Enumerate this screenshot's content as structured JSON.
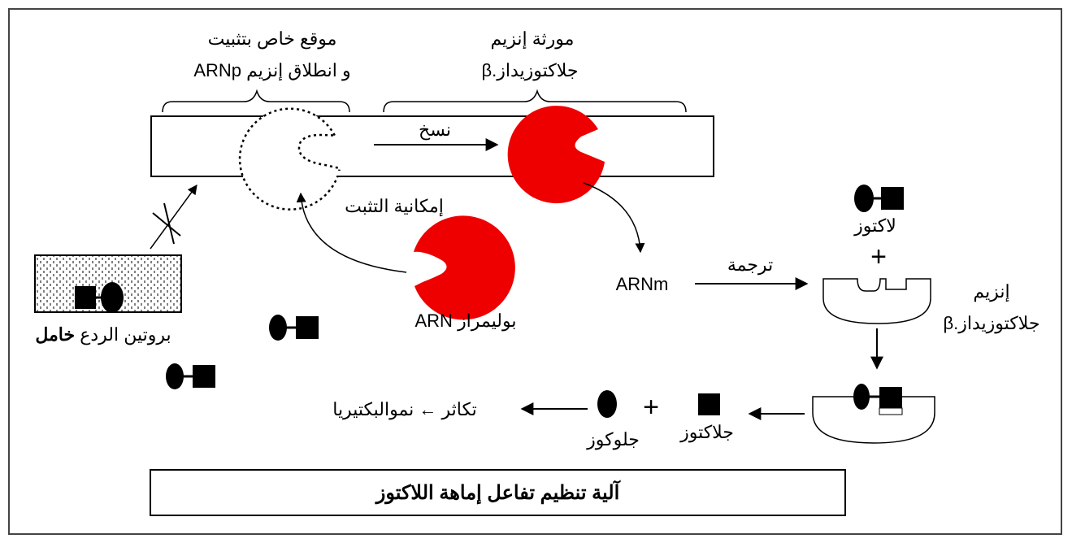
{
  "labels": {
    "binding_site_line1": "موقع خاص بتثبيت",
    "binding_site_line2": "و انطلاق إنزيم ARNp",
    "gene_line1": "مورثة إنزيم",
    "gene_line2": "β.جلاكتوزيداز",
    "transcription": "نسخ",
    "binding_possibility": "إمكانية التثبت",
    "rna_polymerase": "ARN بوليمراز",
    "repressor_prefix": "بروتين الردع",
    "repressor_state": "خامل",
    "lactose": "لاكتوز",
    "plus_top": "+",
    "translation": "ترجمة",
    "mrna": "ARNm",
    "enzyme_line1": "إنزيم",
    "enzyme_line2": "β.جلاكتوزيداز",
    "galactose": "جلاكتوز",
    "glucose": "جلوكوز",
    "plus_bottom": "+",
    "result": "تكاثر ← نموالبكتيريا",
    "title": "آلية تنظيم تفاعل إماهة اللاكتوز"
  },
  "colors": {
    "rna_polymerase": "#ee0000",
    "line": "#000000",
    "background": "#ffffff"
  }
}
